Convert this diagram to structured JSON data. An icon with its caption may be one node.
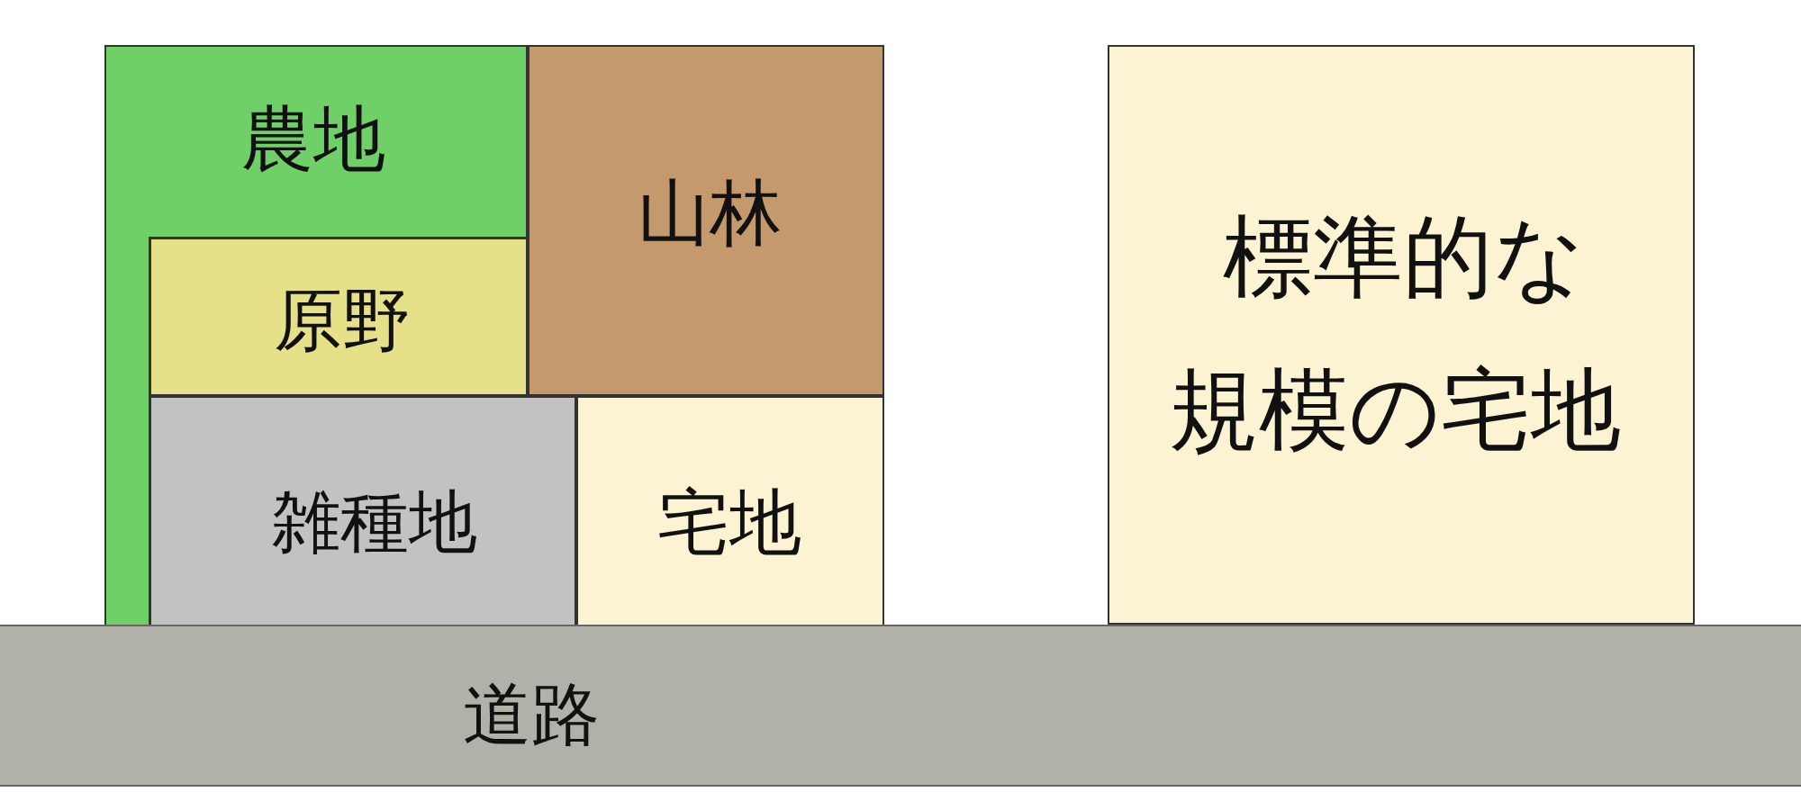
{
  "diagram": {
    "nodes": [
      {
        "text": [
          "農地"
        ]
      },
      {
        "text": [
          "山林"
        ]
      },
      {
        "text": [
          "原野"
        ]
      },
      {
        "text": [
          "雑種地"
        ]
      },
      {
        "text": [
          "宅地"
        ]
      },
      {
        "text": [
          "標準的な規模の宅地"
        ]
      },
      {
        "text": [
          "道路"
        ]
      }
    ]
  }
}
